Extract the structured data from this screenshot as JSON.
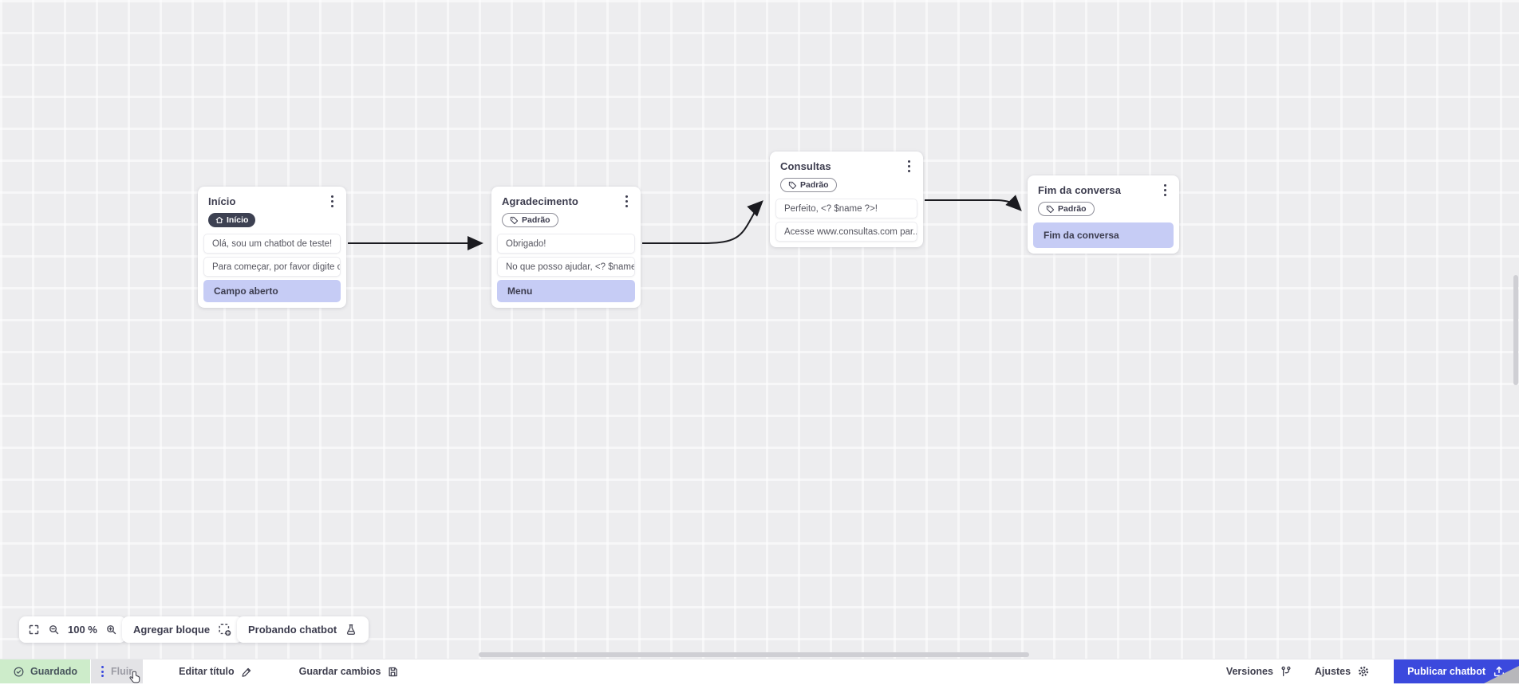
{
  "colors": {
    "accent_blue": "#3b49dd",
    "action_row_bg": "#c6ccf5",
    "badge_dark_bg": "#3d4152",
    "saved_bg": "#cdecca",
    "arrow": "#1b1b20",
    "canvas_bg": "#ededef"
  },
  "canvas": {
    "nodes": [
      {
        "title": "Início",
        "badge": {
          "label": "Início",
          "style": "dark",
          "icon": "home-icon"
        },
        "menu_icon": "kebab-menu-icon",
        "rows": [
          {
            "label": "Olá, sou um chatbot de teste!",
            "type": "message"
          },
          {
            "label": "Para começar, por favor digite o ...",
            "type": "message"
          },
          {
            "label": "Campo aberto",
            "type": "action"
          }
        ]
      },
      {
        "title": "Agradecimento",
        "badge": {
          "label": "Padrão",
          "style": "outline",
          "icon": "tag-icon"
        },
        "menu_icon": "kebab-menu-icon",
        "rows": [
          {
            "label": "Obrigado!",
            "type": "message"
          },
          {
            "label": "No que posso ajudar, <? $name ...",
            "type": "message"
          },
          {
            "label": "Menu",
            "type": "action"
          }
        ]
      },
      {
        "title": "Consultas",
        "badge": {
          "label": "Padrão",
          "style": "outline",
          "icon": "tag-icon"
        },
        "menu_icon": "kebab-menu-icon",
        "rows": [
          {
            "label": "Perfeito, <? $name ?>!",
            "type": "message"
          },
          {
            "label": "Acesse www.consultas.com par...",
            "type": "message"
          }
        ]
      },
      {
        "title": "Fim da conversa",
        "badge": {
          "label": "Padrão",
          "style": "outline",
          "icon": "tag-icon"
        },
        "menu_icon": "kebab-menu-icon",
        "rows": [
          {
            "label": "Fim da conversa",
            "type": "action"
          }
        ]
      }
    ],
    "connections": [
      {
        "from": "Início",
        "to": "Agradecimento"
      },
      {
        "from": "Agradecimento",
        "to": "Consultas"
      },
      {
        "from": "Consultas",
        "to": "Fim da conversa"
      }
    ]
  },
  "toolbar": {
    "zoom_level": "100 %",
    "fullscreen_icon": "fullscreen-icon",
    "zoom_out_icon": "zoom-out-icon",
    "zoom_in_icon": "zoom-in-icon",
    "add_block_label": "Agregar bloque",
    "add_block_icon": "add-block-icon",
    "test_chatbot_label": "Probando chatbot",
    "test_chatbot_icon": "flask-icon"
  },
  "statusbar": {
    "saved_label": "Guardado",
    "saved_icon": "check-circle-icon",
    "flow_tab_label": "Fluir",
    "edit_title_label": "Editar título",
    "edit_title_icon": "pencil-icon",
    "save_changes_label": "Guardar cambios",
    "save_changes_icon": "floppy-icon",
    "versions_label": "Versiones",
    "versions_icon": "branch-icon",
    "settings_label": "Ajustes",
    "settings_icon": "gear-icon",
    "publish_label": "Publicar chatbot",
    "publish_icon": "upload-icon"
  }
}
